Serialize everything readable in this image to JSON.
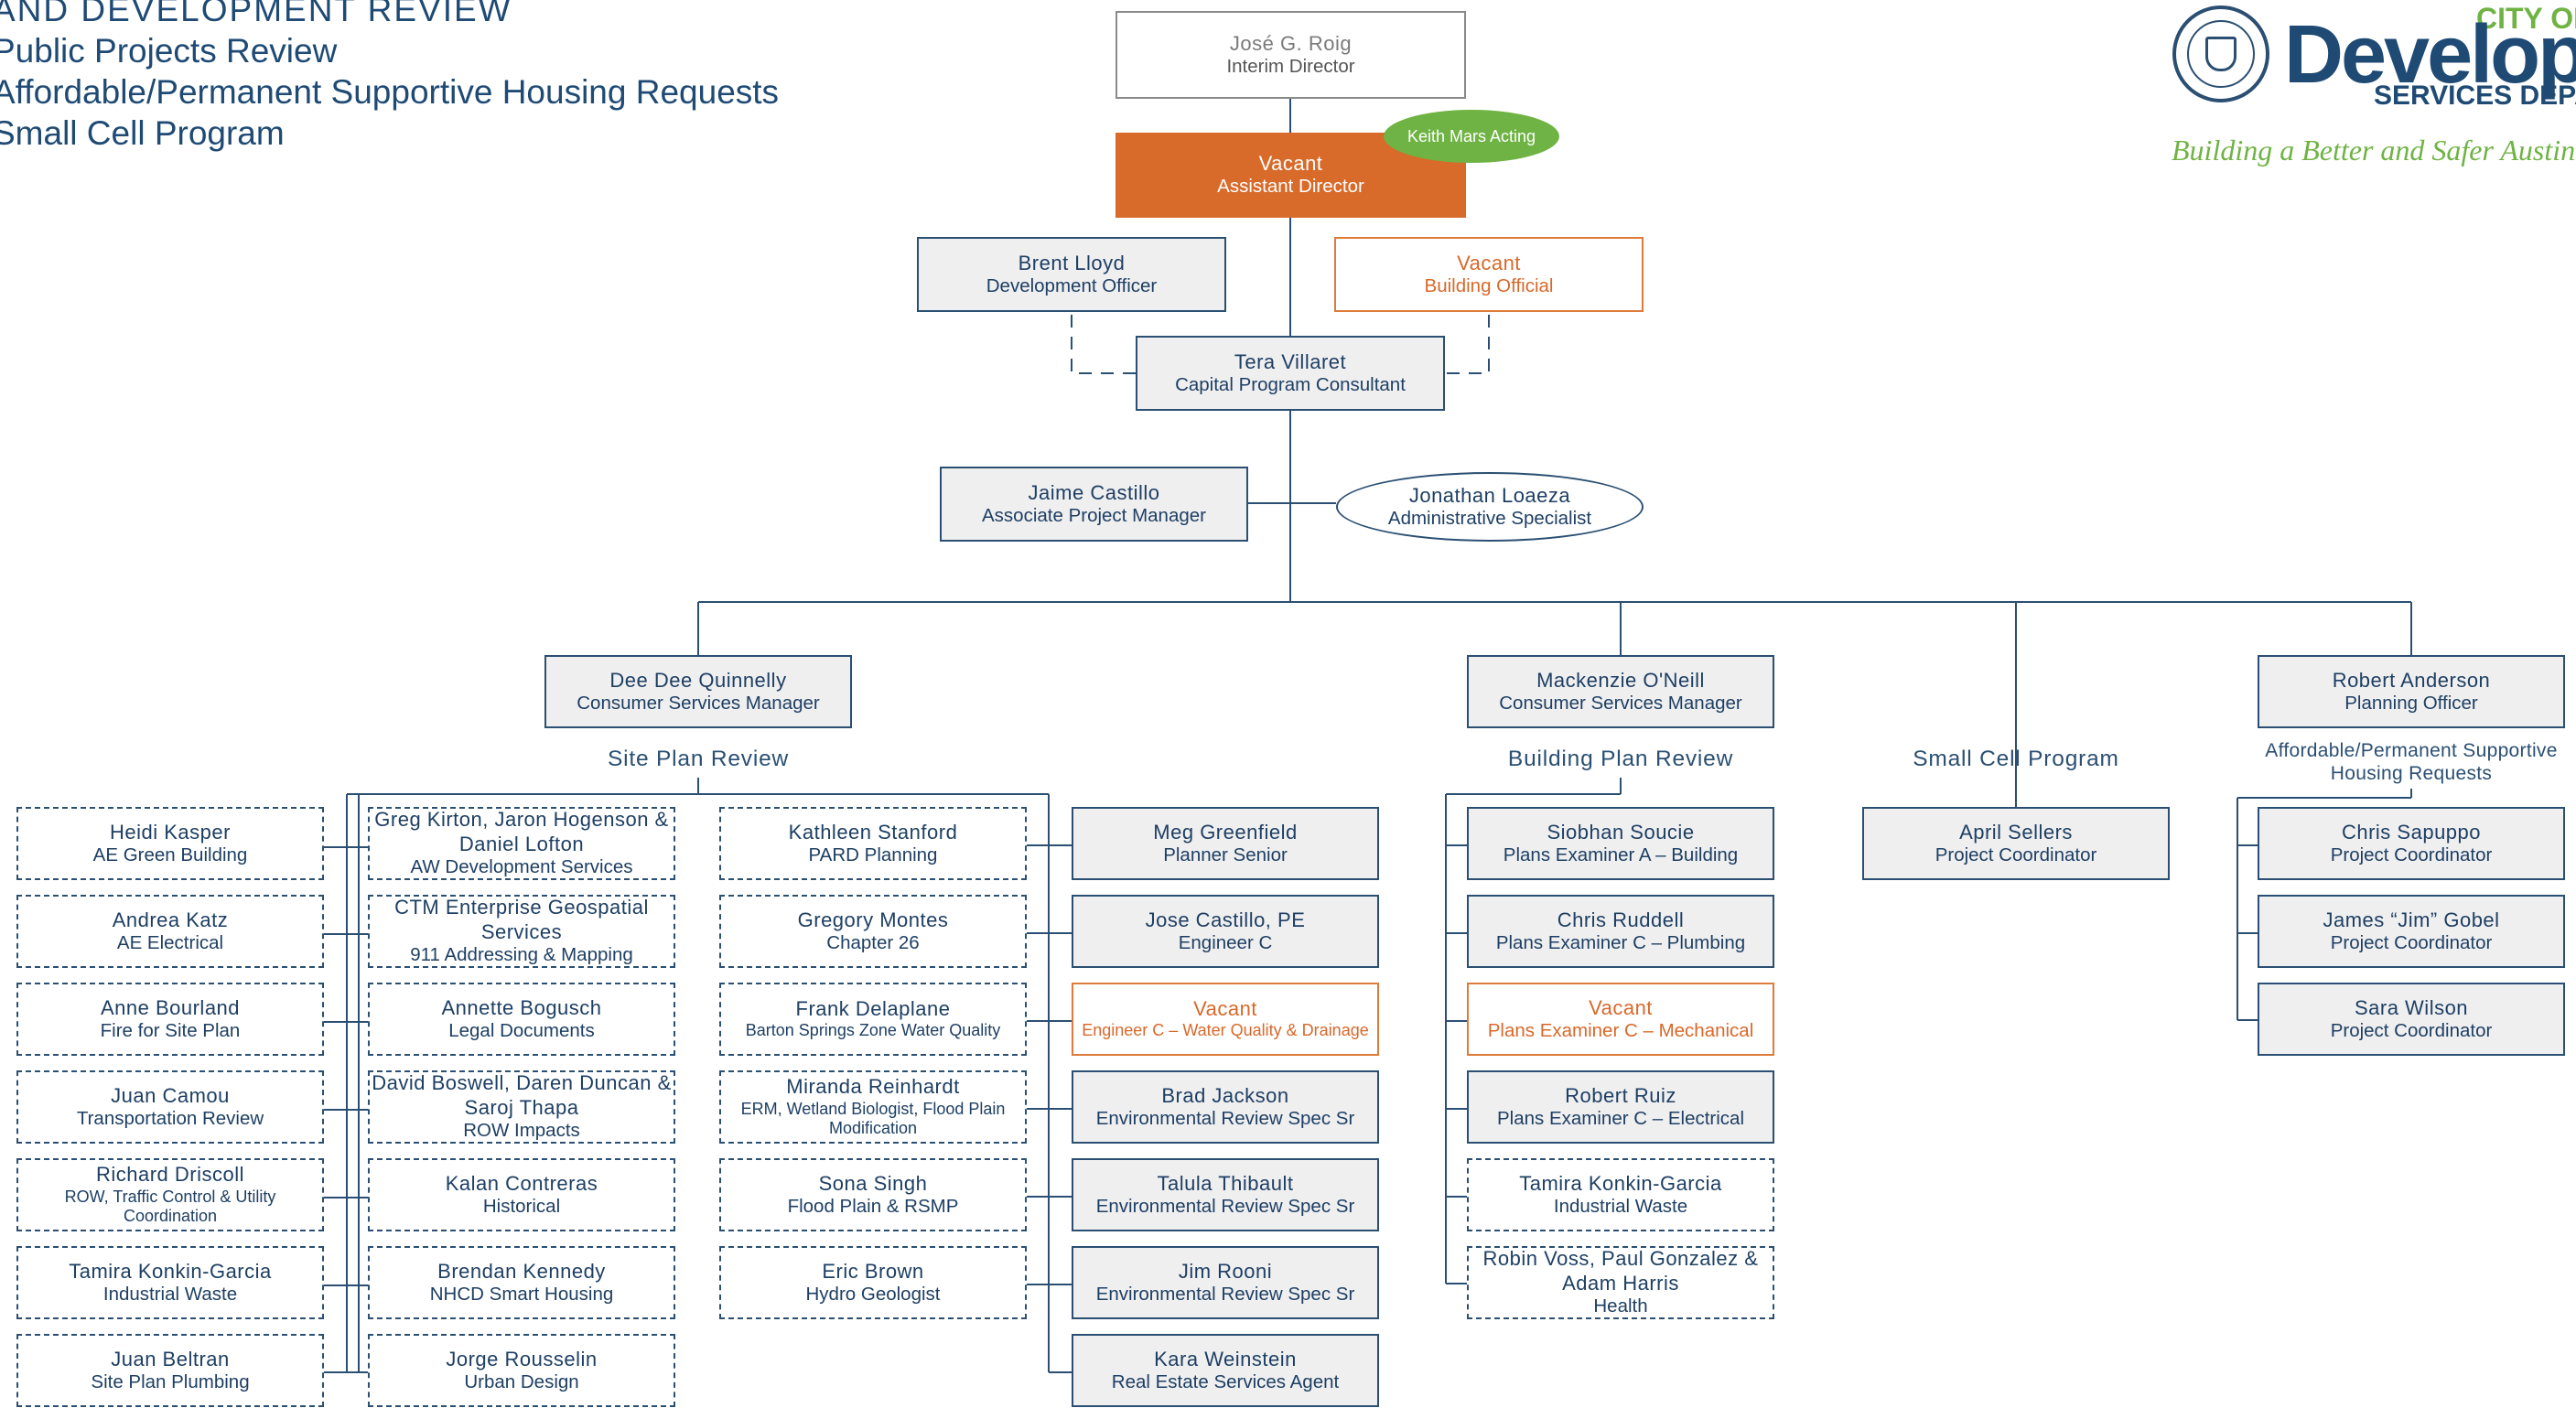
{
  "header": {
    "lines": [
      "AND DEVELOPMENT REVIEW",
      "Public Projects Review",
      "Affordable/Permanent Supportive Housing Requests",
      "Small Cell Program"
    ]
  },
  "logo": {
    "city_of": "CITY OF",
    "development": "Development",
    "services": "SERVICES DEPARTMENT",
    "tagline": "Building a Better and Safer Austin"
  },
  "colors": {
    "navy": "#2b4f72",
    "orange": "#d86a2a",
    "vacant": "#de7b3a",
    "green": "#6fb344"
  },
  "director": {
    "name": "José G. Roig",
    "title": "Interim Director"
  },
  "assistant": {
    "name": "Vacant",
    "title": "Assistant Director",
    "acting": "Keith Mars Acting"
  },
  "dev_officer": {
    "name": "Brent Lloyd",
    "title": "Development Officer"
  },
  "building_official": {
    "name": "Vacant",
    "title": "Building Official"
  },
  "capital": {
    "name": "Tera Villaret",
    "title": "Capital Program Consultant"
  },
  "apm": {
    "name": "Jaime Castillo",
    "title": "Associate Project Manager"
  },
  "admin": {
    "name": "Jonathan Loaeza",
    "title": "Administrative Specialist"
  },
  "managers": [
    {
      "name": "Dee Dee Quinnelly",
      "title": "Consumer Services Manager"
    },
    {
      "name": "Mackenzie O'Neill",
      "title": "Consumer Services Manager"
    },
    {
      "name": "Robert Anderson",
      "title": "Planning Officer"
    }
  ],
  "sections": {
    "site_plan": "Site Plan Review",
    "building_plan": "Building Plan Review",
    "small_cell": "Small Cell Program",
    "affordable": "Affordable/Permanent Supportive Housing Requests"
  },
  "col1": [
    {
      "name": "Heidi Kasper",
      "title": "AE Green Building"
    },
    {
      "name": "Andrea Katz",
      "title": "AE Electrical"
    },
    {
      "name": "Anne Bourland",
      "title": "Fire for Site Plan"
    },
    {
      "name": "Juan Camou",
      "title": "Transportation Review"
    },
    {
      "name": "Richard Driscoll",
      "title": "ROW, Traffic Control & Utility Coordination"
    },
    {
      "name": "Tamira Konkin-Garcia",
      "title": "Industrial Waste"
    },
    {
      "name": "Juan Beltran",
      "title": "Site Plan Plumbing"
    }
  ],
  "col2": [
    {
      "name": "Greg Kirton, Jaron Hogenson & Daniel Lofton",
      "title": "AW Development Services"
    },
    {
      "name": "CTM Enterprise Geospatial Services",
      "title": "911 Addressing & Mapping"
    },
    {
      "name": "Annette Bogusch",
      "title": "Legal Documents"
    },
    {
      "name": "David Boswell, Daren Duncan & Saroj Thapa",
      "title": "ROW Impacts"
    },
    {
      "name": "Kalan Contreras",
      "title": "Historical"
    },
    {
      "name": "Brendan Kennedy",
      "title": "NHCD Smart Housing"
    },
    {
      "name": "Jorge Rousselin",
      "title": "Urban Design"
    }
  ],
  "col3": [
    {
      "name": "Kathleen Stanford",
      "title": "PARD Planning"
    },
    {
      "name": "Gregory Montes",
      "title": "Chapter 26"
    },
    {
      "name": "Frank Delaplane",
      "title": "Barton Springs Zone Water Quality"
    },
    {
      "name": "Miranda Reinhardt",
      "title": "ERM, Wetland Biologist, Flood Plain Modification"
    },
    {
      "name": "Sona Singh",
      "title": "Flood Plain & RSMP"
    },
    {
      "name": "Eric Brown",
      "title": "Hydro Geologist"
    }
  ],
  "col4": [
    {
      "name": "Meg Greenfield",
      "title": "Planner Senior"
    },
    {
      "name": "Jose Castillo, PE",
      "title": "Engineer C"
    },
    {
      "name": "Vacant",
      "title": "Engineer C – Water Quality & Drainage"
    },
    {
      "name": "Brad Jackson",
      "title": "Environmental Review Spec Sr"
    },
    {
      "name": "Talula Thibault",
      "title": "Environmental Review Spec Sr"
    },
    {
      "name": "Jim Rooni",
      "title": "Environmental Review Spec Sr"
    },
    {
      "name": "Kara Weinstein",
      "title": "Real Estate Services Agent"
    }
  ],
  "col5": [
    {
      "name": "Siobhan Soucie",
      "title": "Plans Examiner A – Building"
    },
    {
      "name": "Chris Ruddell",
      "title": "Plans Examiner C – Plumbing"
    },
    {
      "name": "Vacant",
      "title": "Plans Examiner C – Mechanical"
    },
    {
      "name": "Robert Ruiz",
      "title": "Plans Examiner C – Electrical"
    },
    {
      "name": "Tamira Konkin-Garcia",
      "title": "Industrial Waste"
    },
    {
      "name": "Robin Voss, Paul Gonzalez & Adam Harris",
      "title": "Health"
    }
  ],
  "col6": [
    {
      "name": "April Sellers",
      "title": "Project Coordinator"
    }
  ],
  "col7": [
    {
      "name": "Chris Sapuppo",
      "title": "Project Coordinator"
    },
    {
      "name": "James “Jim” Gobel",
      "title": "Project Coordinator"
    },
    {
      "name": "Sara Wilson",
      "title": "Project Coordinator"
    }
  ]
}
